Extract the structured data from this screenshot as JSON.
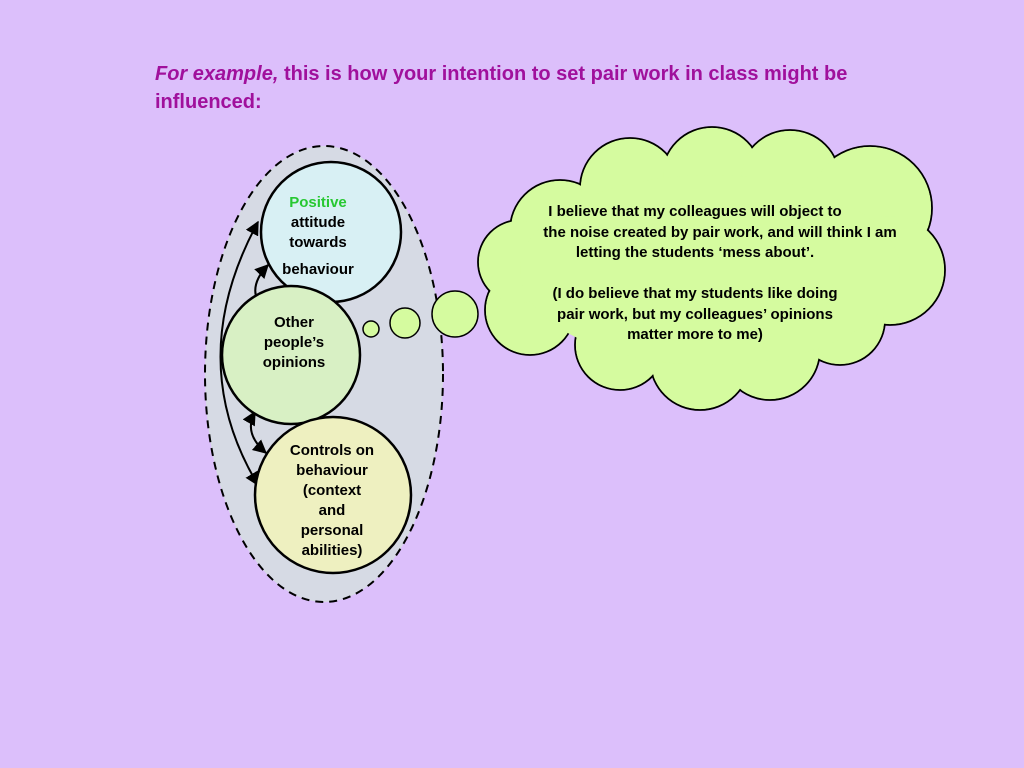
{
  "title": {
    "italic": "For example,",
    "rest": " this is how your intention to set pair work in class might be influenced:"
  },
  "nodes": {
    "attitude": {
      "highlight": "Positive",
      "line2": "attitude",
      "line3": "towards",
      "line4": "behaviour"
    },
    "opinions": {
      "line1": "Other",
      "line2": "people’s",
      "line3": "opinions"
    },
    "controls": {
      "line1": "Controls on",
      "line2": "behaviour",
      "line3": "(context",
      "line4": "and",
      "line5": "personal",
      "line6": "abilities)"
    }
  },
  "thought": {
    "line1": "I believe that my colleagues will object to",
    "line2": "the noise created by pair work, and will think I am",
    "line3": "letting the students ‘mess about’.",
    "line4": "(I do believe that my students like doing",
    "line5": "pair work, but my colleagues’ opinions",
    "line6": "matter more to me)"
  },
  "colors": {
    "background": "#dcbffb",
    "title": "#a0109c",
    "positive": "#27c832",
    "ellipse_fill": "#d6dae4",
    "attitude_fill": "#d8f0f4",
    "opinions_fill": "#d8f0c4",
    "controls_fill": "#eef0c0",
    "cloud_fill": "#d5fb9f"
  }
}
